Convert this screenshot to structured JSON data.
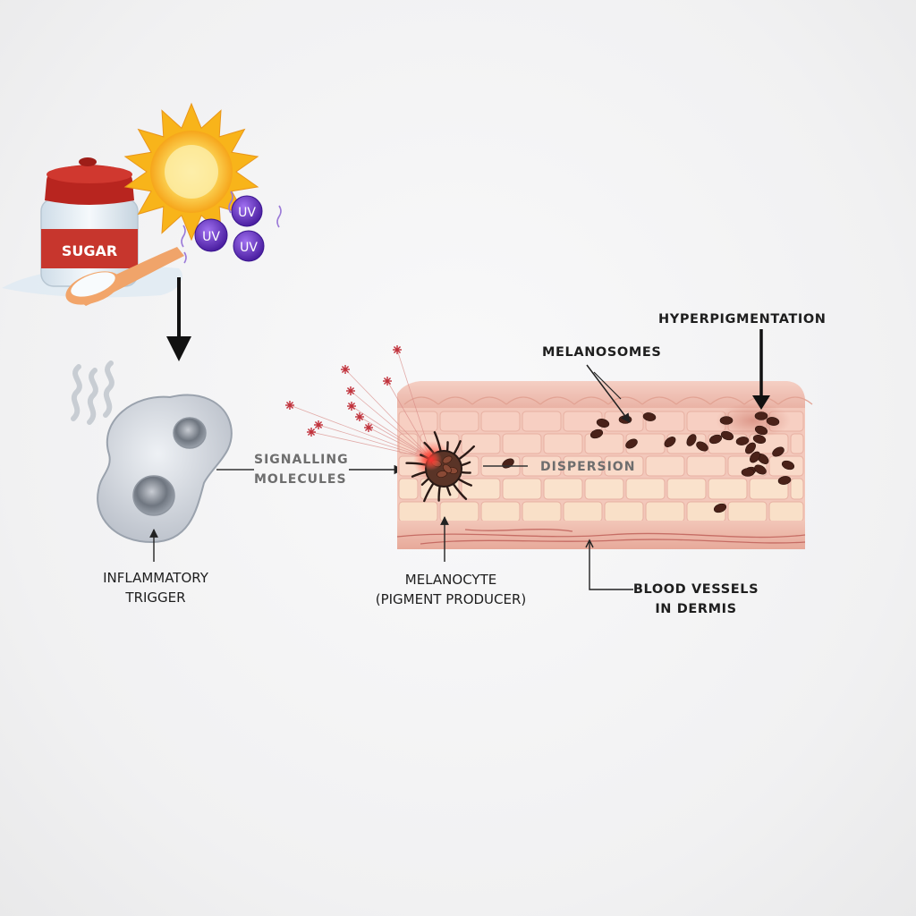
{
  "labels": {
    "sugar": "SUGAR",
    "uv": "UV",
    "signalling": [
      "SIGNALLING",
      "MOLECULES"
    ],
    "dispersion": "DISPERSION",
    "melanosomes": "MELANOSOMES",
    "hyperpigmentation": "HYPERPIGMENTATION",
    "inflammatory": [
      "INFLAMMATORY",
      "TRIGGER"
    ],
    "melanocyte": [
      "MELANOCYTE",
      "(PIGMENT PRODUCER)"
    ],
    "blood_vessels": [
      "BLOOD VESSELS",
      "IN DERMIS"
    ]
  },
  "colors": {
    "sugar_lid": "#b8251f",
    "sun": "#f8b41a",
    "uv_particle": "#6a2fc6",
    "cell": "#c9ced7",
    "skin": "#f1c4b8",
    "melanosome": "#4a2219"
  }
}
